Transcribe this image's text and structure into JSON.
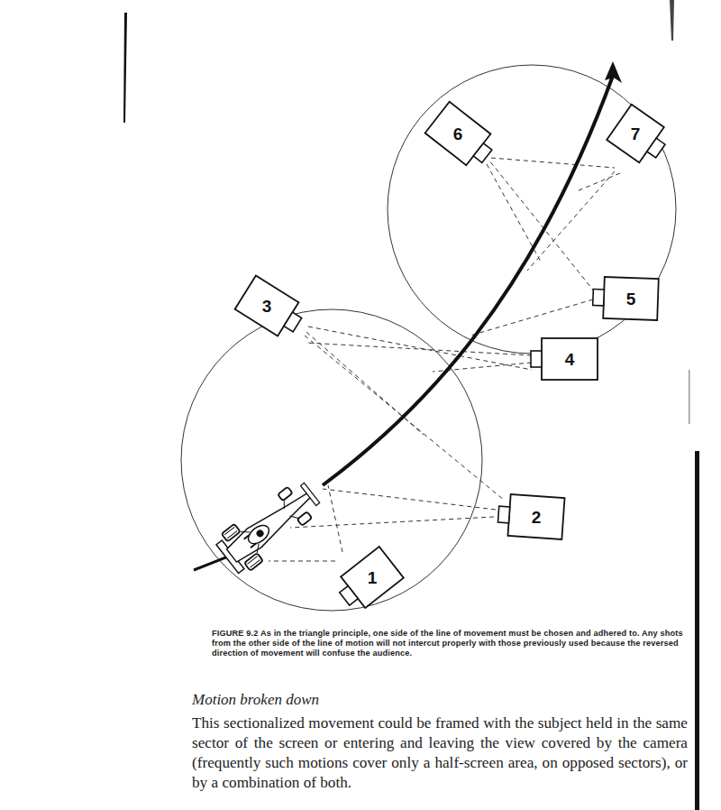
{
  "diagram": {
    "caption": "FIGURE 9.2 As in the triangle principle, one side of the line of movement must be chosen and adhered to. Any shots from the other side of the line of motion will not intercut properly with those previously used because the reversed direction of movement will confuse the audience.",
    "nodes": [
      {
        "text": [
          "1"
        ]
      },
      {
        "text": [
          "2"
        ]
      },
      {
        "text": [
          "3"
        ]
      },
      {
        "text": [
          "4"
        ]
      },
      {
        "text": [
          "5"
        ]
      },
      {
        "text": [
          "6"
        ]
      },
      {
        "text": [
          "7"
        ]
      }
    ],
    "edges": [],
    "labels": [
      "Motion broken down",
      "This sectionalized movement could be framed with the subject held in the same sector of the screen or entering and leaving the view covered by the camera (frequently such motions cover only a half-screen area, on opposed sectors), or by a combination of both."
    ]
  }
}
